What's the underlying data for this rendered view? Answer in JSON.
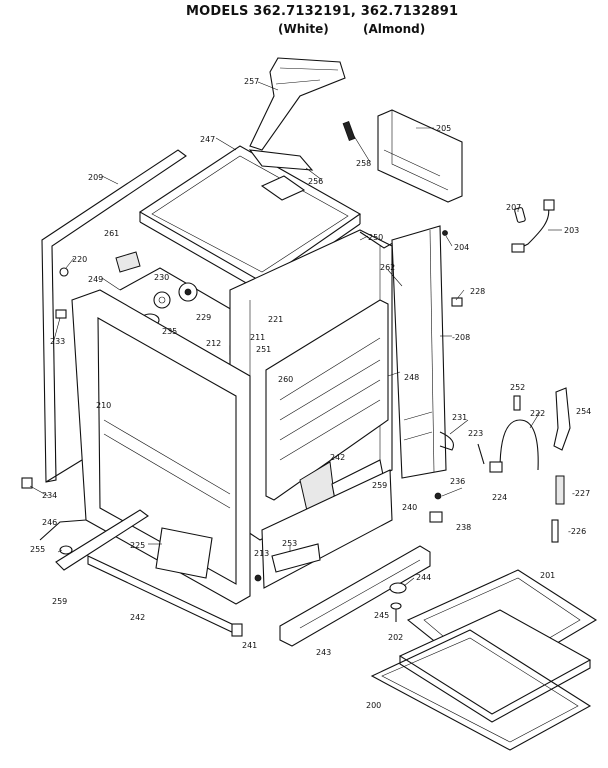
{
  "header": {
    "title": "MODELS 362.7132191, 362.7132891",
    "variant_white": "(White)",
    "variant_almond": "(Almond)"
  },
  "callouts": [
    {
      "id": "257",
      "text": "257"
    },
    {
      "id": "205",
      "text": "205"
    },
    {
      "id": "247",
      "text": "247"
    },
    {
      "id": "258",
      "text": "258"
    },
    {
      "id": "256",
      "text": "256"
    },
    {
      "id": "209",
      "text": "209"
    },
    {
      "id": "207",
      "text": "207"
    },
    {
      "id": "203",
      "text": "203"
    },
    {
      "id": "204",
      "text": "204"
    },
    {
      "id": "220",
      "text": "220"
    },
    {
      "id": "261",
      "text": "261"
    },
    {
      "id": "250",
      "text": "250"
    },
    {
      "id": "262",
      "text": "262"
    },
    {
      "id": "249",
      "text": "249"
    },
    {
      "id": "230",
      "text": "230"
    },
    {
      "id": "228",
      "text": "228"
    },
    {
      "id": "229",
      "text": "229"
    },
    {
      "id": "221",
      "text": "221"
    },
    {
      "id": "233",
      "text": "233"
    },
    {
      "id": "235",
      "text": "235"
    },
    {
      "id": "211",
      "text": "211"
    },
    {
      "id": "208",
      "text": "-208"
    },
    {
      "id": "212",
      "text": "212"
    },
    {
      "id": "251",
      "text": "251"
    },
    {
      "id": "260",
      "text": "260"
    },
    {
      "id": "248",
      "text": "248"
    },
    {
      "id": "252",
      "text": "252"
    },
    {
      "id": "254",
      "text": "254"
    },
    {
      "id": "210",
      "text": "210"
    },
    {
      "id": "231",
      "text": "231"
    },
    {
      "id": "222",
      "text": "222"
    },
    {
      "id": "223",
      "text": "223"
    },
    {
      "id": "242a",
      "text": "242"
    },
    {
      "id": "236",
      "text": "236"
    },
    {
      "id": "259a",
      "text": "259"
    },
    {
      "id": "224",
      "text": "224"
    },
    {
      "id": "227",
      "text": "-227"
    },
    {
      "id": "234",
      "text": "234"
    },
    {
      "id": "246",
      "text": "246"
    },
    {
      "id": "240",
      "text": "240"
    },
    {
      "id": "238",
      "text": "238"
    },
    {
      "id": "226",
      "text": "-226"
    },
    {
      "id": "255a",
      "text": "255"
    },
    {
      "id": "225",
      "text": "225"
    },
    {
      "id": "253",
      "text": "253"
    },
    {
      "id": "213",
      "text": "213"
    },
    {
      "id": "244",
      "text": "244"
    },
    {
      "id": "201",
      "text": "201"
    },
    {
      "id": "259b",
      "text": "259"
    },
    {
      "id": "245",
      "text": "245"
    },
    {
      "id": "242b",
      "text": "242"
    },
    {
      "id": "241",
      "text": "241"
    },
    {
      "id": "202",
      "text": "202"
    },
    {
      "id": "243",
      "text": "243"
    },
    {
      "id": "200",
      "text": "200"
    }
  ]
}
